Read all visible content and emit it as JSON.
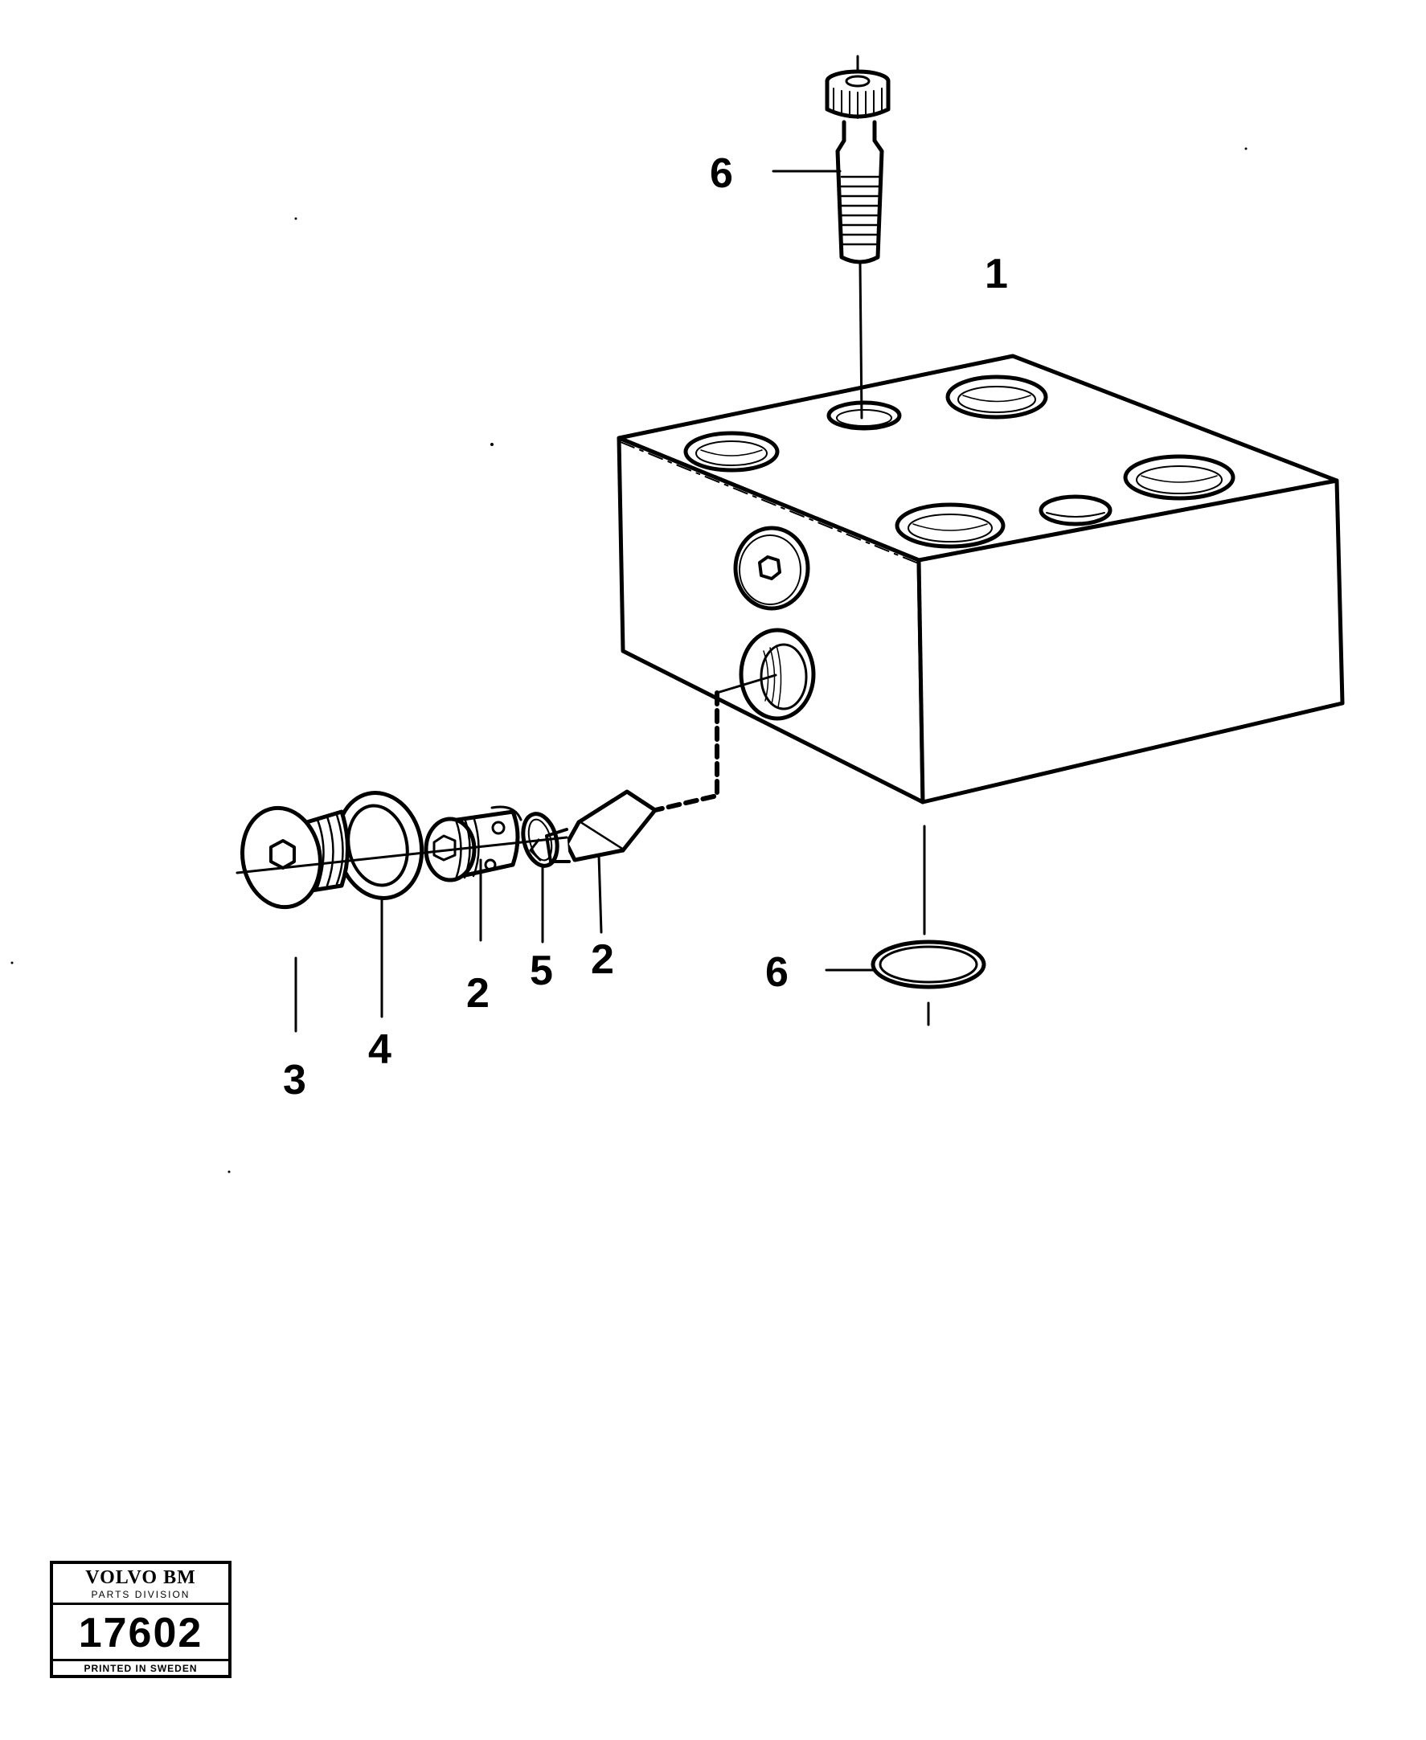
{
  "callouts": {
    "bolt_top": "6",
    "valve_block": "1",
    "plug": "3",
    "washer": "4",
    "valve_cartridge": "2",
    "o_ring": "5",
    "valve_insert": "2",
    "seal_ring": "6"
  },
  "stamp": {
    "brand": "VOLVO BM",
    "division": "PARTS DIVISION",
    "number": "17602",
    "printed": "PRINTED IN SWEDEN"
  }
}
